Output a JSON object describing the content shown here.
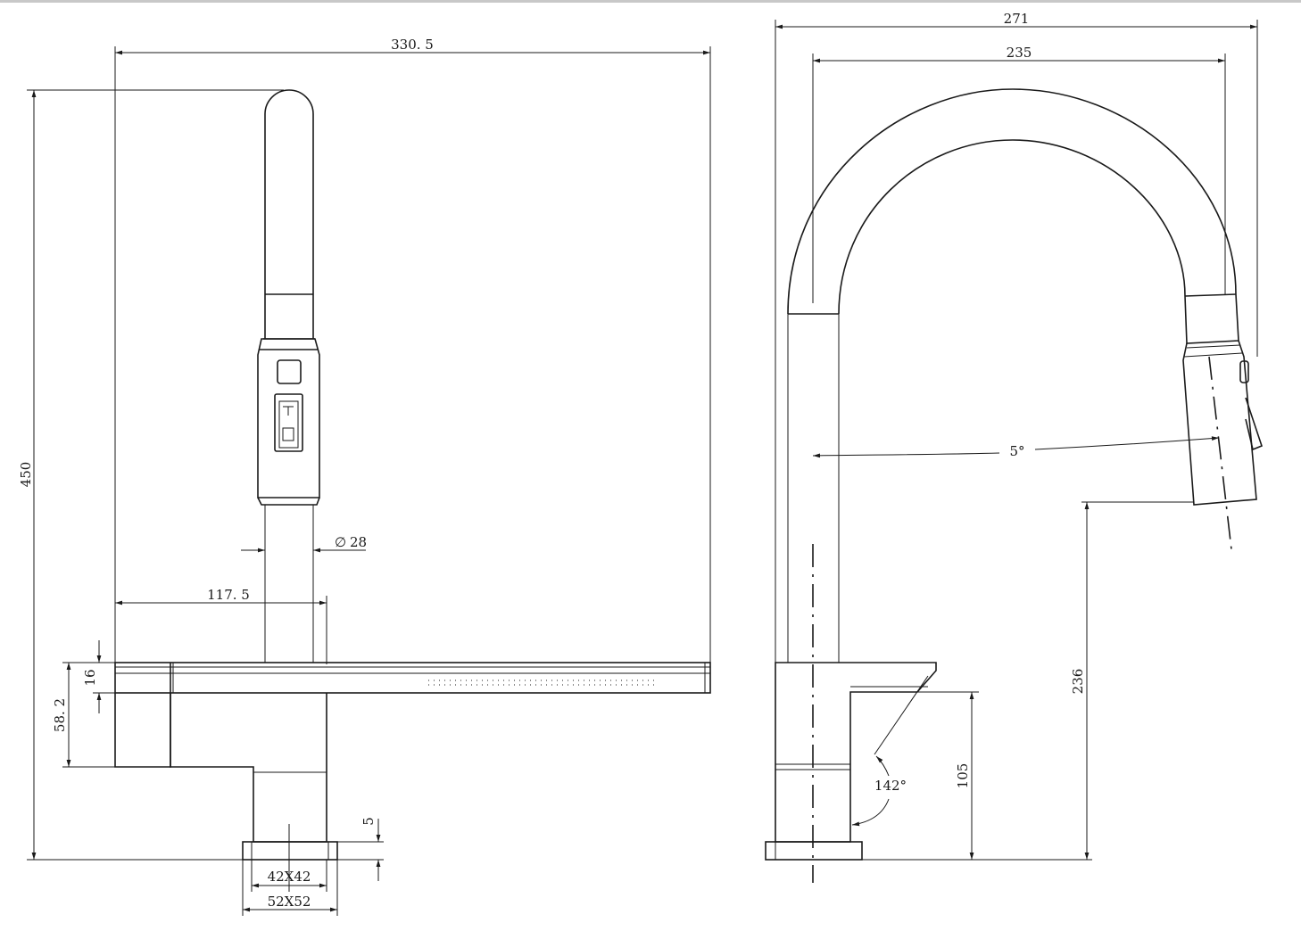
{
  "front_view": {
    "width_overall": "330. 5",
    "height_overall": "450",
    "spout_diameter": "28",
    "center_offset": "117. 5",
    "body_thickness": "16",
    "body_height": "58. 2",
    "base_thickness": "5",
    "base_inner": "42X42",
    "base_outer": "52X52"
  },
  "side_view": {
    "reach_overall": "271",
    "reach_spout": "235",
    "tilt_angle": "5°",
    "handle_angle": "142°",
    "handle_height": "105",
    "outlet_height": "236"
  }
}
